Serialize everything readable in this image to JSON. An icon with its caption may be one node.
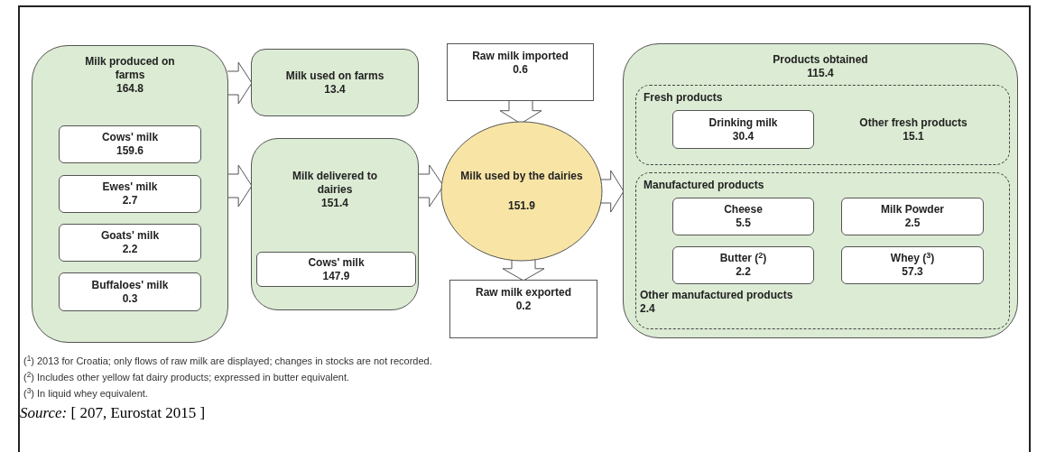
{
  "diagram": {
    "nodes": [
      {
        "text": [
          "Milk produced on farms",
          "164.8"
        ]
      },
      {
        "text": [
          "Cows' milk",
          "159.6"
        ],
        "in": 0
      },
      {
        "text": [
          "Ewes' milk",
          "2.7"
        ],
        "in": 0
      },
      {
        "text": [
          "Goats' milk",
          "2.2"
        ],
        "in": 0
      },
      {
        "text": [
          "Buffaloes' milk",
          "0.3"
        ],
        "in": 0
      },
      {
        "text": [
          "Milk used on farms",
          "13.4"
        ]
      },
      {
        "text": [
          "Milk delivered to dairies",
          "151.4"
        ]
      },
      {
        "text": [
          "Cows' milk",
          "147.9"
        ],
        "in": 6
      },
      {
        "text": [
          "Raw milk imported",
          "0.6"
        ]
      },
      {
        "text": [
          "Milk used by the dairies",
          "151.9"
        ]
      },
      {
        "text": [
          "Raw milk exported",
          "0.2"
        ]
      },
      {
        "text": [
          "Products obtained",
          "115.4"
        ]
      },
      {
        "text": [
          "Fresh products"
        ],
        "in": 11
      },
      {
        "text": [
          "Drinking milk",
          "30.4"
        ],
        "in": 12
      },
      {
        "text": [
          "Other fresh products",
          "15.1"
        ],
        "in": 12
      },
      {
        "text": [
          "Manufactured products"
        ],
        "in": 11
      },
      {
        "text": [
          "Cheese",
          "5.5"
        ],
        "in": 15
      },
      {
        "text": [
          "Milk Powder",
          "2.5"
        ],
        "in": 15
      },
      {
        "text": [
          "Butter ($^{2}$)",
          "2.2"
        ],
        "in": 15
      },
      {
        "text": [
          "Whey ($^{3}$)",
          "57.3"
        ],
        "in": 15
      },
      {
        "text": [
          "Other manufactured products",
          "2.4"
        ],
        "in": 15
      }
    ],
    "edges": [
      {
        "from": 0,
        "to": 5,
        "arrow": "to"
      },
      {
        "from": 0,
        "to": 6,
        "arrow": "to"
      },
      {
        "from": 6,
        "to": 9,
        "arrow": "to"
      },
      {
        "from": 8,
        "to": 9,
        "arrow": "to"
      },
      {
        "from": 9,
        "to": 10,
        "arrow": "to"
      },
      {
        "from": 9,
        "to": 11,
        "arrow": "to"
      }
    ],
    "labels": [
      "($^{1}$) 2013 for Croatia; only flows of raw milk are displayed; changes in stocks are not recorded.",
      "($^{2}$) Includes other yellow fat dairy products; expressed in butter equivalent.",
      "($^{3}$) In liquid whey equivalent.",
      "*Source:* [ 207, Eurostat 2015 ]"
    ]
  }
}
